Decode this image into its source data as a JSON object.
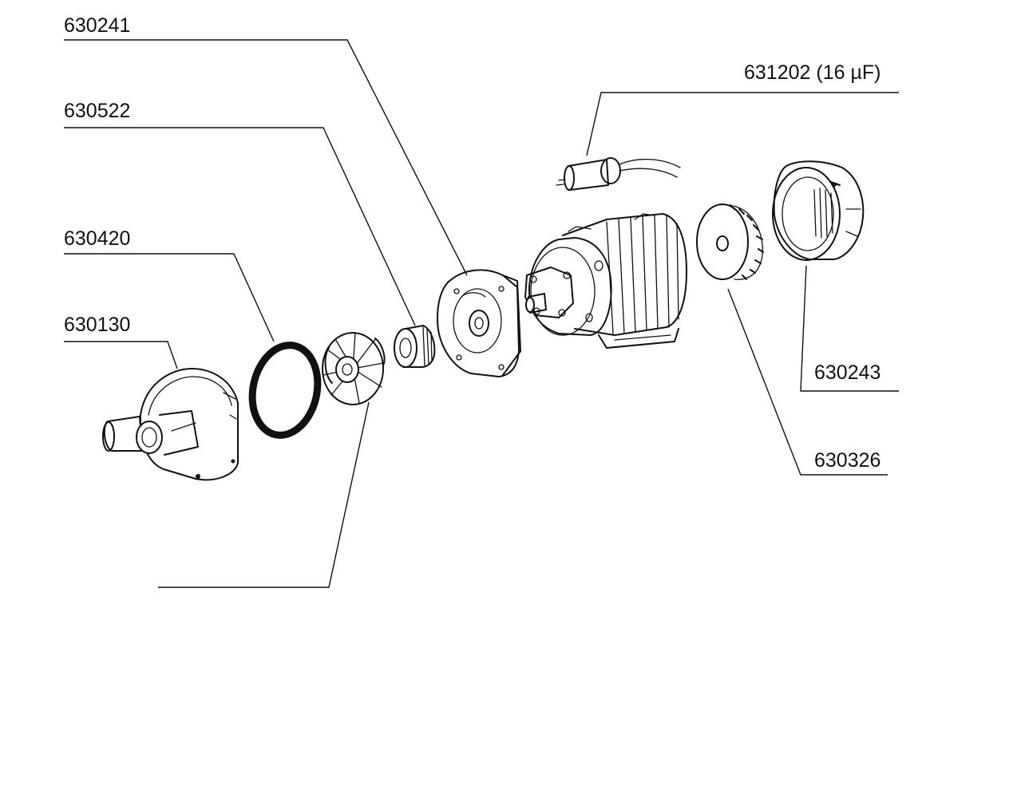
{
  "diagram": {
    "parts": [
      {
        "id": "630241",
        "label": "630241",
        "component": "pump-flange"
      },
      {
        "id": "631202",
        "label": "631202 (16 µF)",
        "component": "capacitor"
      },
      {
        "id": "630522",
        "label": "630522",
        "component": "shaft-seal"
      },
      {
        "id": "630420",
        "label": "630420",
        "component": "o-ring"
      },
      {
        "id": "630130",
        "label": "630130",
        "component": "pump-housing"
      },
      {
        "id": "630243",
        "label": "630243",
        "component": "fan-cover"
      },
      {
        "id": "630326",
        "label": "630326",
        "component": "fan"
      },
      {
        "id": "impeller",
        "label": "",
        "component": "impeller"
      }
    ]
  }
}
